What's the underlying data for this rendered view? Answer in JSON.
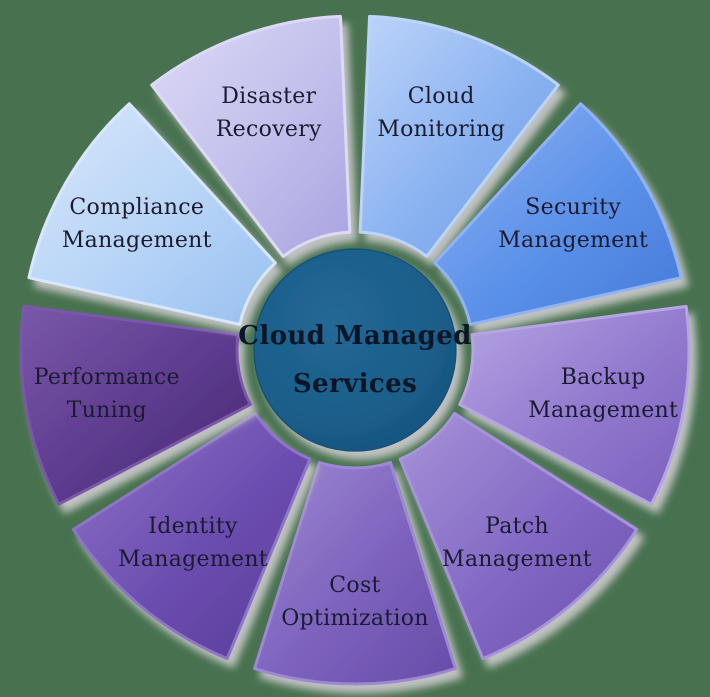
{
  "diagram": {
    "title": "Cloud Managed Services",
    "colors": {
      "background": "#47714f",
      "shadow": "#c6c6c6",
      "label_text": "#1b1b30"
    },
    "hub": {
      "label_lines": [
        "Cloud Managed",
        "Services"
      ],
      "fill": "#1b5d89",
      "fill_light": "#236895",
      "fill_dark": "#14517c",
      "text_color": "#0a1626"
    },
    "segments": [
      {
        "id": "cloud-monitoring",
        "label_lines": [
          "Cloud",
          "Monitoring"
        ],
        "fill": "#8ab2f1",
        "fill_light": "#bdd4f9",
        "fill_dark": "#6d9ce8"
      },
      {
        "id": "security-management",
        "label_lines": [
          "Security",
          "Management"
        ],
        "fill": "#5b91e9",
        "fill_light": "#8fb3f3",
        "fill_dark": "#4579d9"
      },
      {
        "id": "backup-management",
        "label_lines": [
          "Backup",
          "Management"
        ],
        "fill": "#9179ce",
        "fill_light": "#b6a5e3",
        "fill_dark": "#7a5fbd"
      },
      {
        "id": "patch-management",
        "label_lines": [
          "Patch",
          "Management"
        ],
        "fill": "#8268c4",
        "fill_light": "#a793d9",
        "fill_dark": "#6c51b0"
      },
      {
        "id": "cost-optimization",
        "label_lines": [
          "Cost",
          "Optimization"
        ],
        "fill": "#7c62bd",
        "fill_light": "#9e88d3",
        "fill_dark": "#664ca7"
      },
      {
        "id": "identity-management",
        "label_lines": [
          "Identity",
          "Management"
        ],
        "fill": "#6b4db0",
        "fill_light": "#8e75c7",
        "fill_dark": "#573b95"
      },
      {
        "id": "performance-tuning",
        "label_lines": [
          "Performance",
          "Tuning"
        ],
        "fill": "#5c3a8d",
        "fill_light": "#7a58a9",
        "fill_dark": "#45266d"
      },
      {
        "id": "compliance-management",
        "label_lines": [
          "Compliance",
          "Management"
        ],
        "fill": "#b7d4f7",
        "fill_light": "#d8e7fb",
        "fill_dark": "#97c0ef"
      },
      {
        "id": "disaster-recovery",
        "label_lines": [
          "Disaster",
          "Recovery"
        ],
        "fill": "#c2bfec",
        "fill_light": "#dcdaf6",
        "fill_dark": "#a8a4df"
      }
    ]
  }
}
